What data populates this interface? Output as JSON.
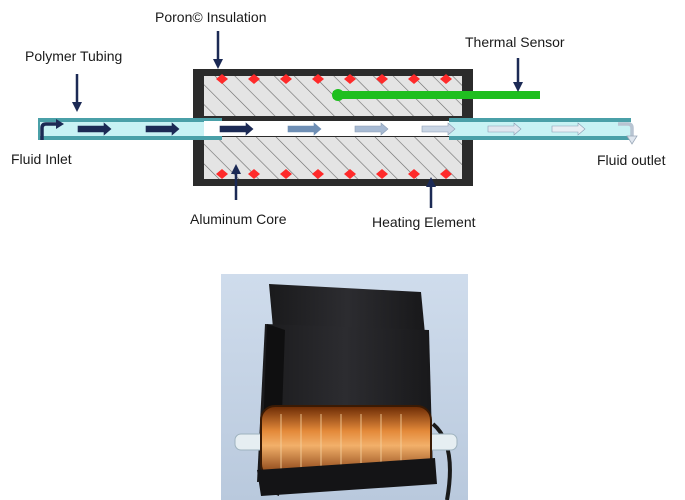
{
  "labels": {
    "poron_insulation": "Poron© Insulation",
    "polymer_tubing": "Polymer Tubing",
    "thermal_sensor": "Thermal Sensor",
    "fluid_inlet": "Fluid Inlet",
    "fluid_outlet": "Fluid outlet",
    "aluminum_core": "Aluminum Core",
    "heating_element": "Heating Element"
  },
  "colors": {
    "outline": "#2b2b2b",
    "hatch_fill": "#d8d8d8",
    "heater_dots": "#ff2a2a",
    "tubing": "#4aa0a8",
    "fluid": "#c8f2f4",
    "sensor": "#1fbf1f",
    "pointer_arrows": "#1c2a55",
    "flow_cold": "#1c2a55",
    "flow_hot": "#e8eef4"
  },
  "flow_arrow_shades": [
    "#1c2a55",
    "#1c2a55",
    "#1c2a55",
    "#1c2a55",
    "#3a5e8c",
    "#6f8fb5",
    "#a7bad3",
    "#c9d5e4",
    "#dfe6ef",
    "#e9eef4"
  ],
  "photo_icon": "device-photo"
}
